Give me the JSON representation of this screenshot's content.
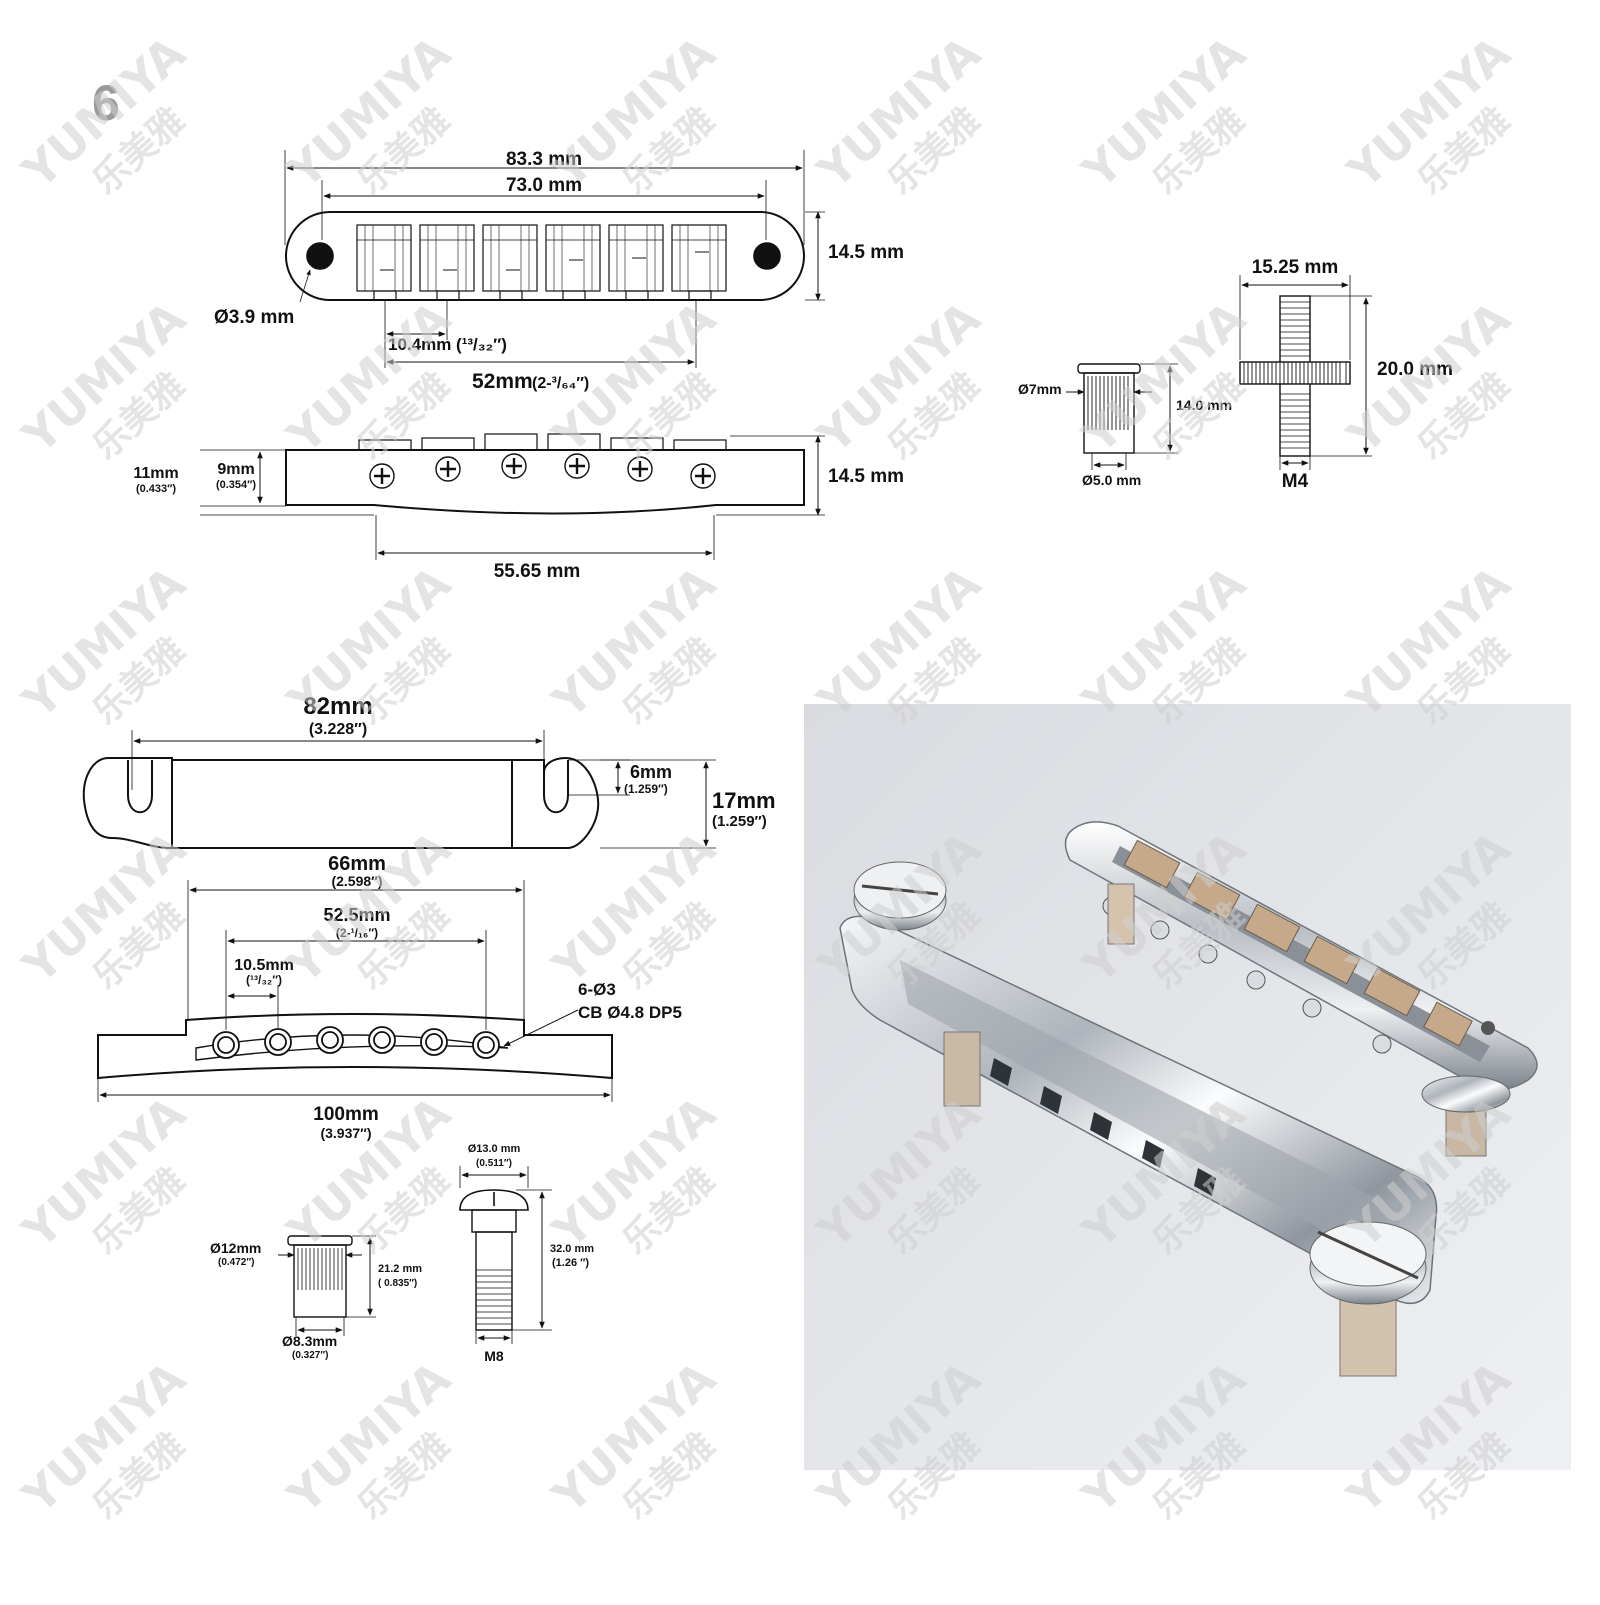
{
  "badge": "6",
  "watermark": {
    "brand": "YUMIYA",
    "cjk": "乐美雅"
  },
  "bridge": {
    "top": {
      "overall_length": "83.3 mm",
      "post_spacing": "73.0 mm",
      "height": "14.5 mm",
      "hole_diameter": "Ø3.9 mm",
      "string_spacing": "10.4mm (¹³/₃₂″)",
      "string_span": {
        "main": "52mm",
        "frac": "(2-³/₆₄″)"
      }
    },
    "side": {
      "height_mm": "11mm",
      "height_in": "(0.433″)",
      "inner_mm": "9mm",
      "inner_in": "(0.354″)",
      "height": "14.5 mm",
      "bottom_span": "55.65 mm"
    }
  },
  "bridge_parts": {
    "bushing": {
      "outer": "Ø7mm",
      "height": "14.0 mm",
      "inner": "Ø5.0 mm"
    },
    "post": {
      "width": "15.25 mm",
      "height": "20.0 mm",
      "thread": "M4"
    }
  },
  "tailpiece": {
    "top": {
      "length_mm": "82mm",
      "length_in": "(3.228″)",
      "slot_mm": "6mm",
      "slot_in": "(1.259″)",
      "height_mm": "17mm",
      "height_in": "(1.259″)"
    },
    "side": {
      "span1_mm": "66mm",
      "span1_in": "(2.598″)",
      "span2_mm": "52.5mm",
      "span2_in": "(2-¹/₁₆″)",
      "spacing_mm": "10.5mm",
      "spacing_in": "(¹³/₃₂″)",
      "holes_line1": "6-Ø3",
      "holes_line2": "CB  Ø4.8 DP5",
      "overall_mm": "100mm",
      "overall_in": "(3.937″)"
    }
  },
  "tailpiece_parts": {
    "bushing": {
      "outer_mm": "Ø12mm",
      "outer_in": "(0.472″)",
      "height_mm": "21.2 mm",
      "height_in": "( 0.835″)",
      "inner_mm": "Ø8.3mm",
      "inner_in": "(0.327″)"
    },
    "stud": {
      "head_mm": "Ø13.0 mm",
      "head_in": "(0.511″)",
      "length_mm": "32.0 mm",
      "length_in": "(1.26 ″)",
      "thread": "M8"
    }
  },
  "colors": {
    "line": "#111111",
    "chrome": "#cfd3d8",
    "photo_bg": "#e4e6ea",
    "watermark": "#cfcfcf"
  }
}
